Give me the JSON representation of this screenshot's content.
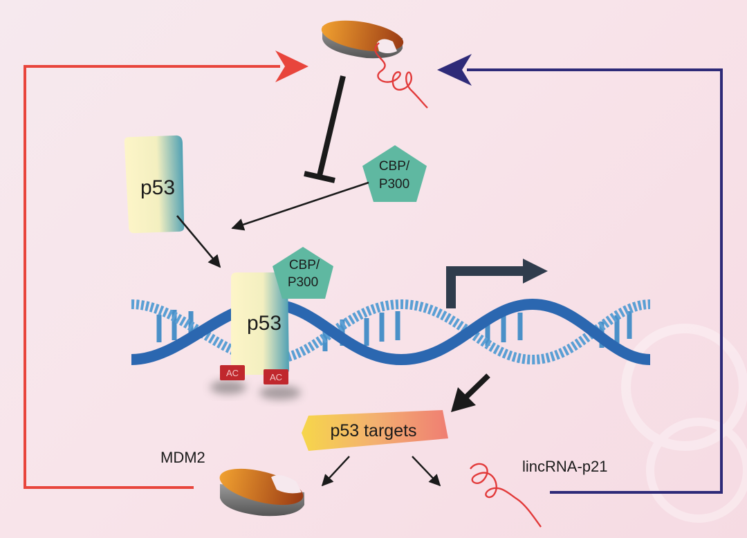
{
  "labels": {
    "p53_free": "p53",
    "p53_bound": "p53",
    "cbp_top_line1": "CBP/",
    "cbp_top_line2": "P300",
    "cbp_bound_line1": "CBP/",
    "cbp_bound_line2": "P300",
    "ac_left": "AC",
    "ac_right": "AC",
    "targets": "p53 targets",
    "mdm2": "MDM2",
    "lincrna": "lincRNA-p21"
  },
  "colors": {
    "mdm2_loop": "#e8453c",
    "lincrna_loop": "#2e2a78",
    "dna_strand": "#2b67b0",
    "dna_base": "#4a90c8",
    "cbp": "#5fb8a1",
    "ac_box": "#c0282d",
    "rna": "#e23a3a",
    "promoter_arrow": "#2f3c4c",
    "inhibitor": "#1a1a1a"
  },
  "icons": {
    "top_complex": "mdm2-lincrna-complex-icon",
    "mdm2": "mdm2-protein-icon",
    "lincrna": "lincrna-icon",
    "dna": "dna-double-helix-icon",
    "promoter": "transcription-start-arrow-icon",
    "cbp": "pentagon-icon"
  }
}
